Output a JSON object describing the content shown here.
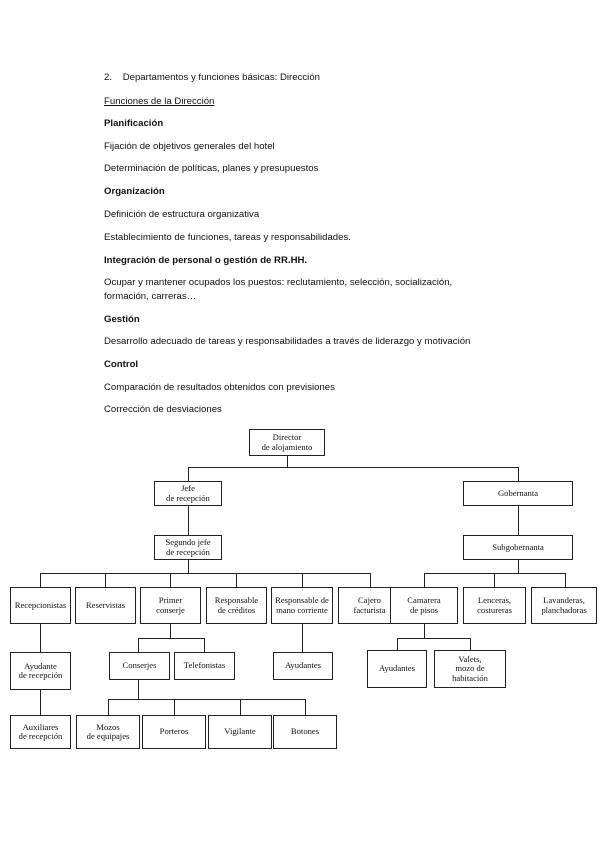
{
  "section": {
    "number": "2.",
    "title": "Departamentos y funciones básicas: Dirección",
    "subtitle": "Funciones de la Dirección"
  },
  "functions": [
    {
      "heading": "Planificación",
      "items": [
        "Fijación de objetivos generales del hotel",
        "Determinación de políticas, planes y presupuestos"
      ]
    },
    {
      "heading": "Organización",
      "items": [
        "Definición de estructura organizativa",
        "Establecimiento de funciones, tareas y responsabilidades."
      ]
    },
    {
      "heading": "Integración de personal o gestión de RR.HH.",
      "items": [
        "Ocupar y mantener ocupados los puestos: reclutamiento, selección, socialización,",
        "formación, carreras…"
      ]
    },
    {
      "heading": "Gestión",
      "items": [
        "Desarrollo adecuado de tareas y responsabilidades a través de liderazgo y motivación"
      ]
    },
    {
      "heading": "Control",
      "items": [
        "Comparación de resultados obtenidos con previsiones",
        "Corrección de desviaciones"
      ]
    }
  ],
  "org_chart": {
    "director": "Director\nde alojamiento",
    "jefe_recepcion": "Jefe\nde recepción",
    "gobernanta": "Gobernanta",
    "segundo_jefe": "Segundo jefe\nde recepción",
    "subgobernanta": "Subgobernanta",
    "recepcionistas": "Recepcionistas",
    "reservistas": "Reservistas",
    "primer_conserje": "Primer\nconserje",
    "responsable_creditos": "Responsable\nde créditos",
    "responsable_mano": "Responsable de\nmano corriente",
    "cajero": "Cajero\nfacturista",
    "camarera": "Camarera\nde pisos",
    "lenceras": "Lenceras,\ncostureras",
    "lavanderas": "Lavanderas,\nplanchadoras",
    "ayudante_recepcion": "Ayudante\nde recepción",
    "conserjes": "Conserjes",
    "telefonistas": "Telefonistas",
    "ayudantes_mano": "Ayudantes",
    "ayudantes_pisos": "Ayudantes",
    "valets": "Valets,\nmozo de\nhabitación",
    "auxiliares": "Auxiliares\nde recepción",
    "mozos": "Mozos\nde equipajes",
    "porteros": "Porteros",
    "vigilante": "Vigilante",
    "botones": "Botones"
  }
}
